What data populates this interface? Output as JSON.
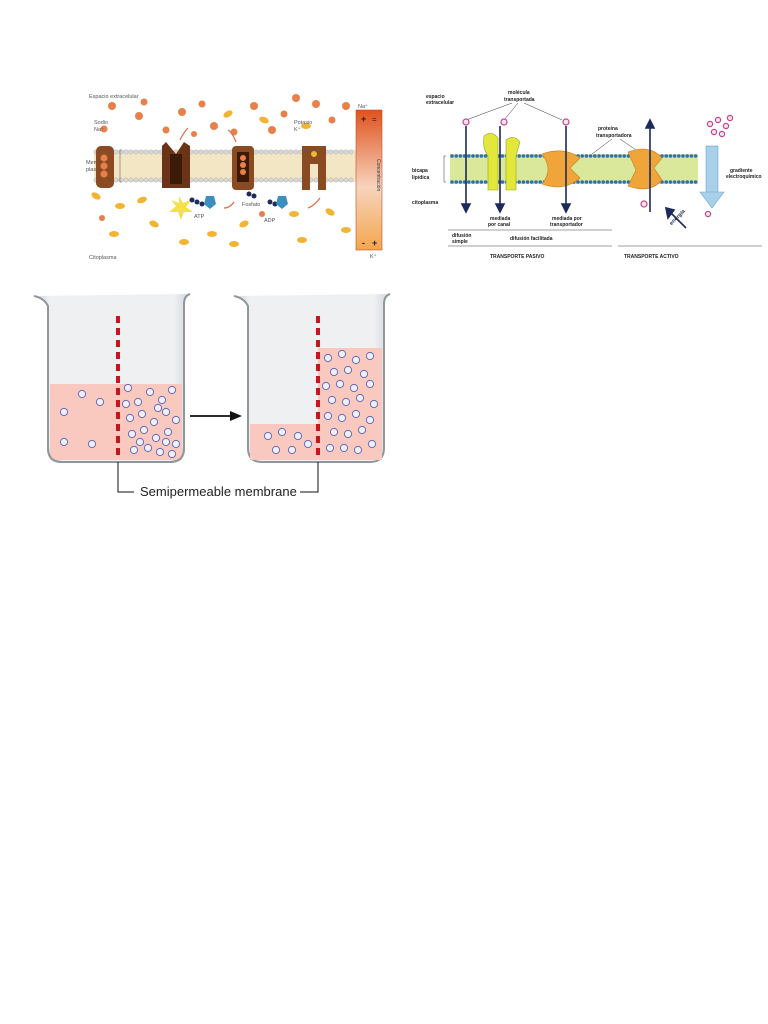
{
  "pump_diagram": {
    "extracellular": "Espacio extracelular",
    "sodium_name": "Sodio",
    "sodium_symbol": "Na⁺",
    "potassium_name": "Potasio",
    "potassium_symbol": "K⁺",
    "membrane_line1": "Membrana",
    "membrane_line2": "plasmática",
    "atp": "ATP",
    "phosphate": "Fosfato",
    "adp": "ADP",
    "cytoplasm": "Citoplasma",
    "gradient_top": "Na⁺",
    "gradient_bottom": "K⁺",
    "gradient_axis": "Concentración",
    "plus": "+",
    "minus": "-",
    "equals": "="
  },
  "transport_diagram": {
    "extracellular_line1": "espacio",
    "extracellular_line2": "extracelular",
    "transported_line1": "molécula",
    "transported_line2": "transportada",
    "carrier_line1": "proteína",
    "carrier_line2": "transportadora",
    "bilayer_line1": "bicapa",
    "bilayer_line2": "lipídica",
    "cytoplasm": "citoplasma",
    "channel_line1": "mediada",
    "channel_line2": "por canal",
    "carrier_mediated_line1": "mediada por",
    "carrier_mediated_line2": "transportador",
    "energy": "energía",
    "gradient_line1": "gradiente",
    "gradient_line2": "electroquímico",
    "simple_line1": "difusión",
    "simple_line2": "simple",
    "facilitated": "difusión facilitada",
    "passive": "TRANSPORTE PASIVO",
    "active": "TRANSPORTE ACTIVO"
  },
  "osmosis_diagram": {
    "membrane_label": "Semipermeable membrane"
  },
  "colors": {
    "sodium": "#e8804a",
    "potassium": "#f2b431",
    "protein": "#8a4a22",
    "solution": "#f9c9c0",
    "membrane_dash": "#c8161d"
  }
}
